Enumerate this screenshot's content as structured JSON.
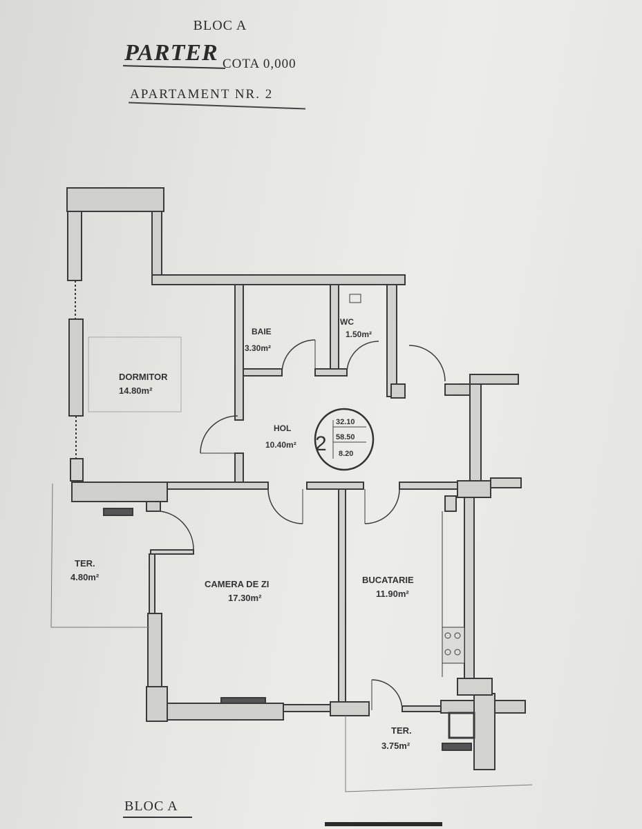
{
  "header": {
    "block": "BLOC A",
    "floor": "PARTER",
    "level": "COTA 0,000",
    "apartment": "APARTAMENT NR. 2"
  },
  "rooms": {
    "baie": {
      "name": "BAIE",
      "area": "3.30m²"
    },
    "wc": {
      "name": "WC",
      "area": "1.50m²"
    },
    "dormitor": {
      "name": "DORMITOR",
      "area": "14.80m²"
    },
    "hol": {
      "name": "HOL",
      "area": "10.40m²"
    },
    "ter_left": {
      "name": "TER.",
      "area": "4.80m²"
    },
    "camera": {
      "name": "CAMERA DE ZI",
      "area": "17.30m²"
    },
    "bucatarie": {
      "name": "BUCATARIE",
      "area": "11.90m²"
    },
    "ter_bottom": {
      "name": "TER.",
      "area": "3.75m²"
    }
  },
  "apartment_badge": {
    "number": "2",
    "values": [
      "32.10",
      "58.50",
      "8.20"
    ]
  },
  "footer": {
    "block": "BLOC A"
  }
}
